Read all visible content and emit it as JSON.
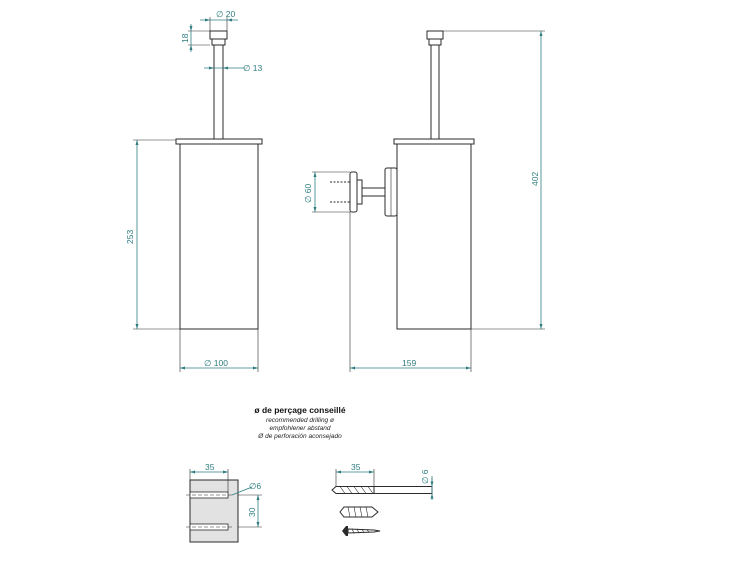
{
  "dimensions": {
    "cap_diameter": "∅ 20",
    "cap_height": "18",
    "handle_diameter": "∅ 13",
    "body_height": "253",
    "body_diameter": "∅ 100",
    "total_height": "402",
    "depth": "159",
    "bracket_diameter": "∅ 60",
    "plug_length_left": "35",
    "drill_diameter_left": "∅6",
    "hole_spacing": "30",
    "plug_length_right": "35",
    "drill_diameter_right": "∅ 6"
  },
  "drilling_note": {
    "title": "ø de perçage conseillé",
    "en": "recommended drilling ø",
    "de": "empfohlener abstand",
    "es": "Ø de perforación aconsejado"
  },
  "colors": {
    "dimension": "#2f7d80",
    "outline": "#2b2b2b"
  }
}
